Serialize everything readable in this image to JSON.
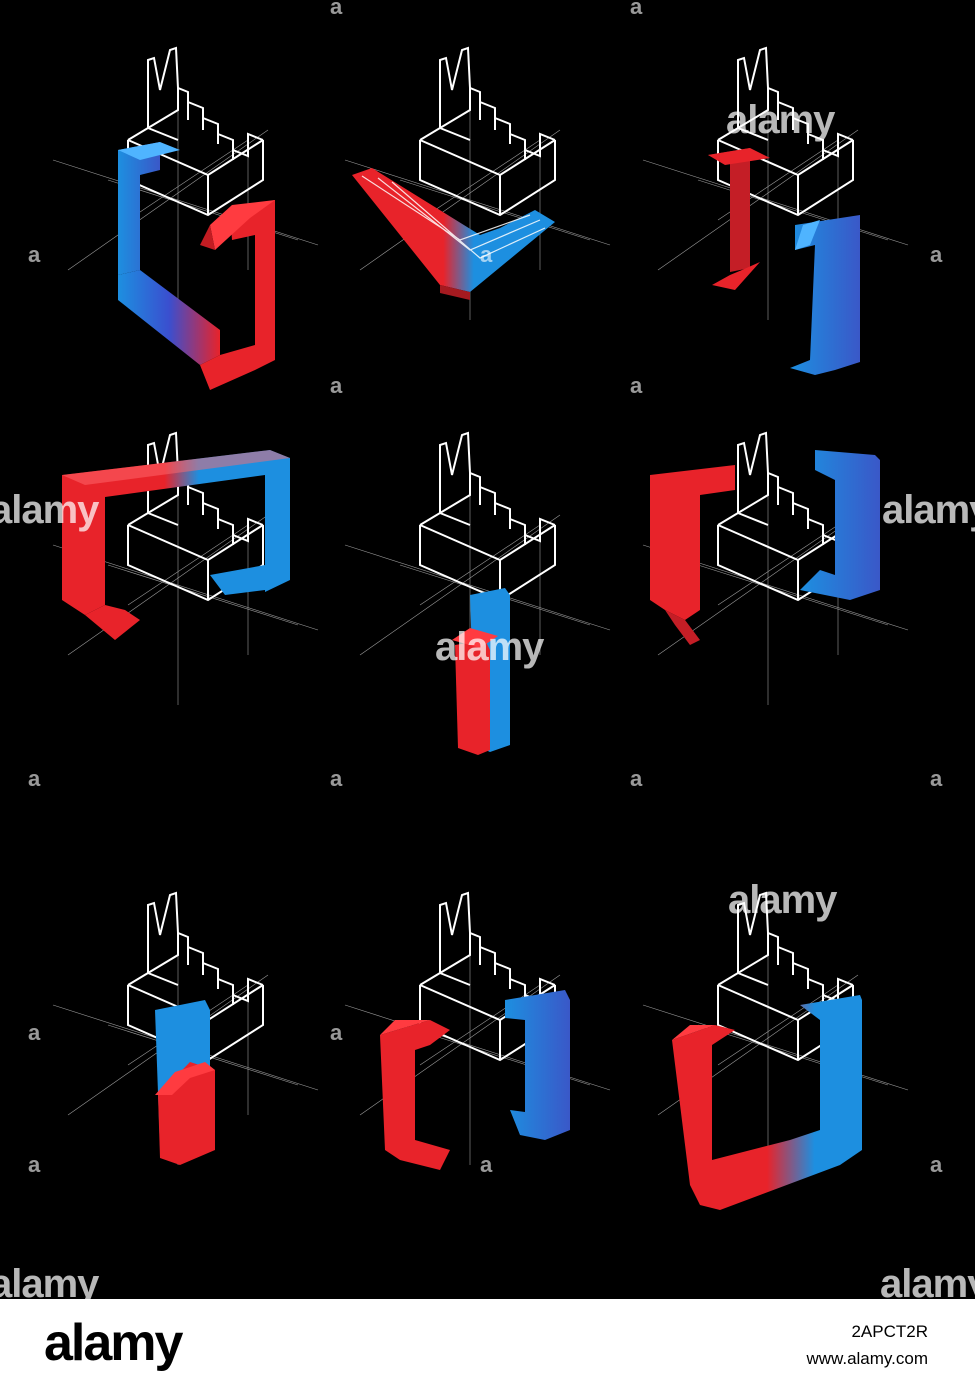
{
  "watermark": {
    "text": "alamy",
    "letter": "a"
  },
  "footer": {
    "logo": "alamy",
    "image_id": "2APCT2R",
    "site": "www.alamy.com"
  },
  "colors": {
    "hot": "#e8232a",
    "cold": "#1d8fe0",
    "line": "#ffffff",
    "background": "#000000"
  },
  "diagrams": [
    {
      "id": "loop-vertical",
      "variant": "loop"
    },
    {
      "id": "floor-coil",
      "variant": "coil"
    },
    {
      "id": "split-in-out",
      "variant": "split"
    },
    {
      "id": "overhead-loop",
      "variant": "overhead"
    },
    {
      "id": "single-shaft",
      "variant": "shaft"
    },
    {
      "id": "overhead-split",
      "variant": "overhead-split"
    },
    {
      "id": "single-shaft-small",
      "variant": "shaft-small"
    },
    {
      "id": "split-open",
      "variant": "split-open"
    },
    {
      "id": "loop-open",
      "variant": "loop-open"
    }
  ]
}
